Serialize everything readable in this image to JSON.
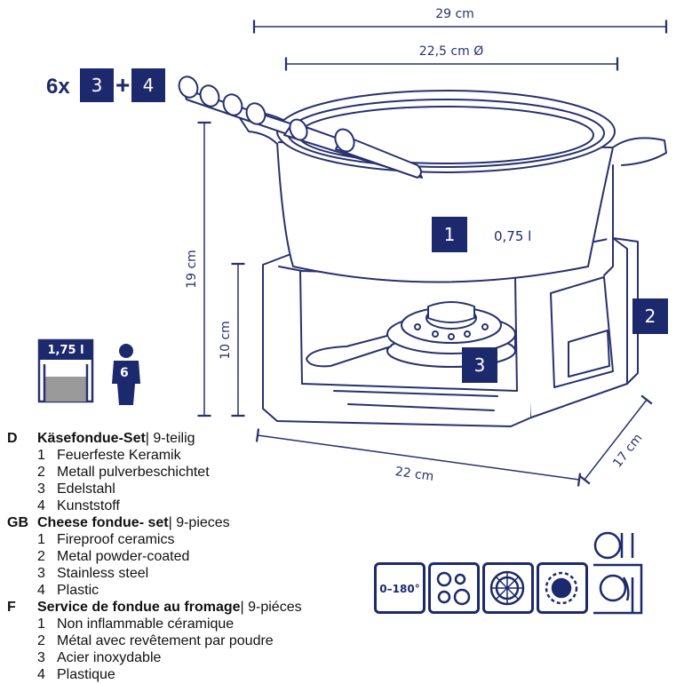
{
  "dimensions": {
    "width_total": "29 cm",
    "diameter": "22,5 cm Ø",
    "height_total": "19 cm",
    "height_stand": "10 cm",
    "depth_base": "22 cm",
    "width_base": "17 cm"
  },
  "callouts": {
    "pot": "1",
    "stand": "2",
    "burner": "3",
    "fork_a": "3",
    "fork_b": "4",
    "multiplier": "6x",
    "plus": "+"
  },
  "volume_pot": "0,75 l",
  "capacity": "1,75 l",
  "persons": "6",
  "legend": [
    {
      "code": "D",
      "title": "Käsefondue-Set",
      "suffix": " | 9-teilig",
      "items": [
        "Feuerfeste Keramik",
        "Metall pulverbeschichtet",
        "Edelstahl",
        "Kunststoff"
      ]
    },
    {
      "code": "GB",
      "title": "Cheese fondue- set",
      "suffix": " | 9-pieces",
      "items": [
        "Fireproof ceramics",
        "Metal powder-coated",
        "Stainless steel",
        "Plastic"
      ]
    },
    {
      "code": "F",
      "title": "Service de fondue au fromage",
      "suffix": " | 9-piéces",
      "items": [
        "Non inflammable céramique",
        "Métal avec revêtement par poudre",
        "Acier inoxydable",
        "Plastique"
      ]
    }
  ],
  "care_icons": {
    "oven_temp": "0–180°",
    "icons": [
      "oven-temperature-icon",
      "electric-hob-icon",
      "halogen-hob-icon",
      "gas-hob-icon",
      "dishwasher-icon"
    ]
  },
  "colors": {
    "navy": "#1c2a6d",
    "line": "#28316e"
  }
}
